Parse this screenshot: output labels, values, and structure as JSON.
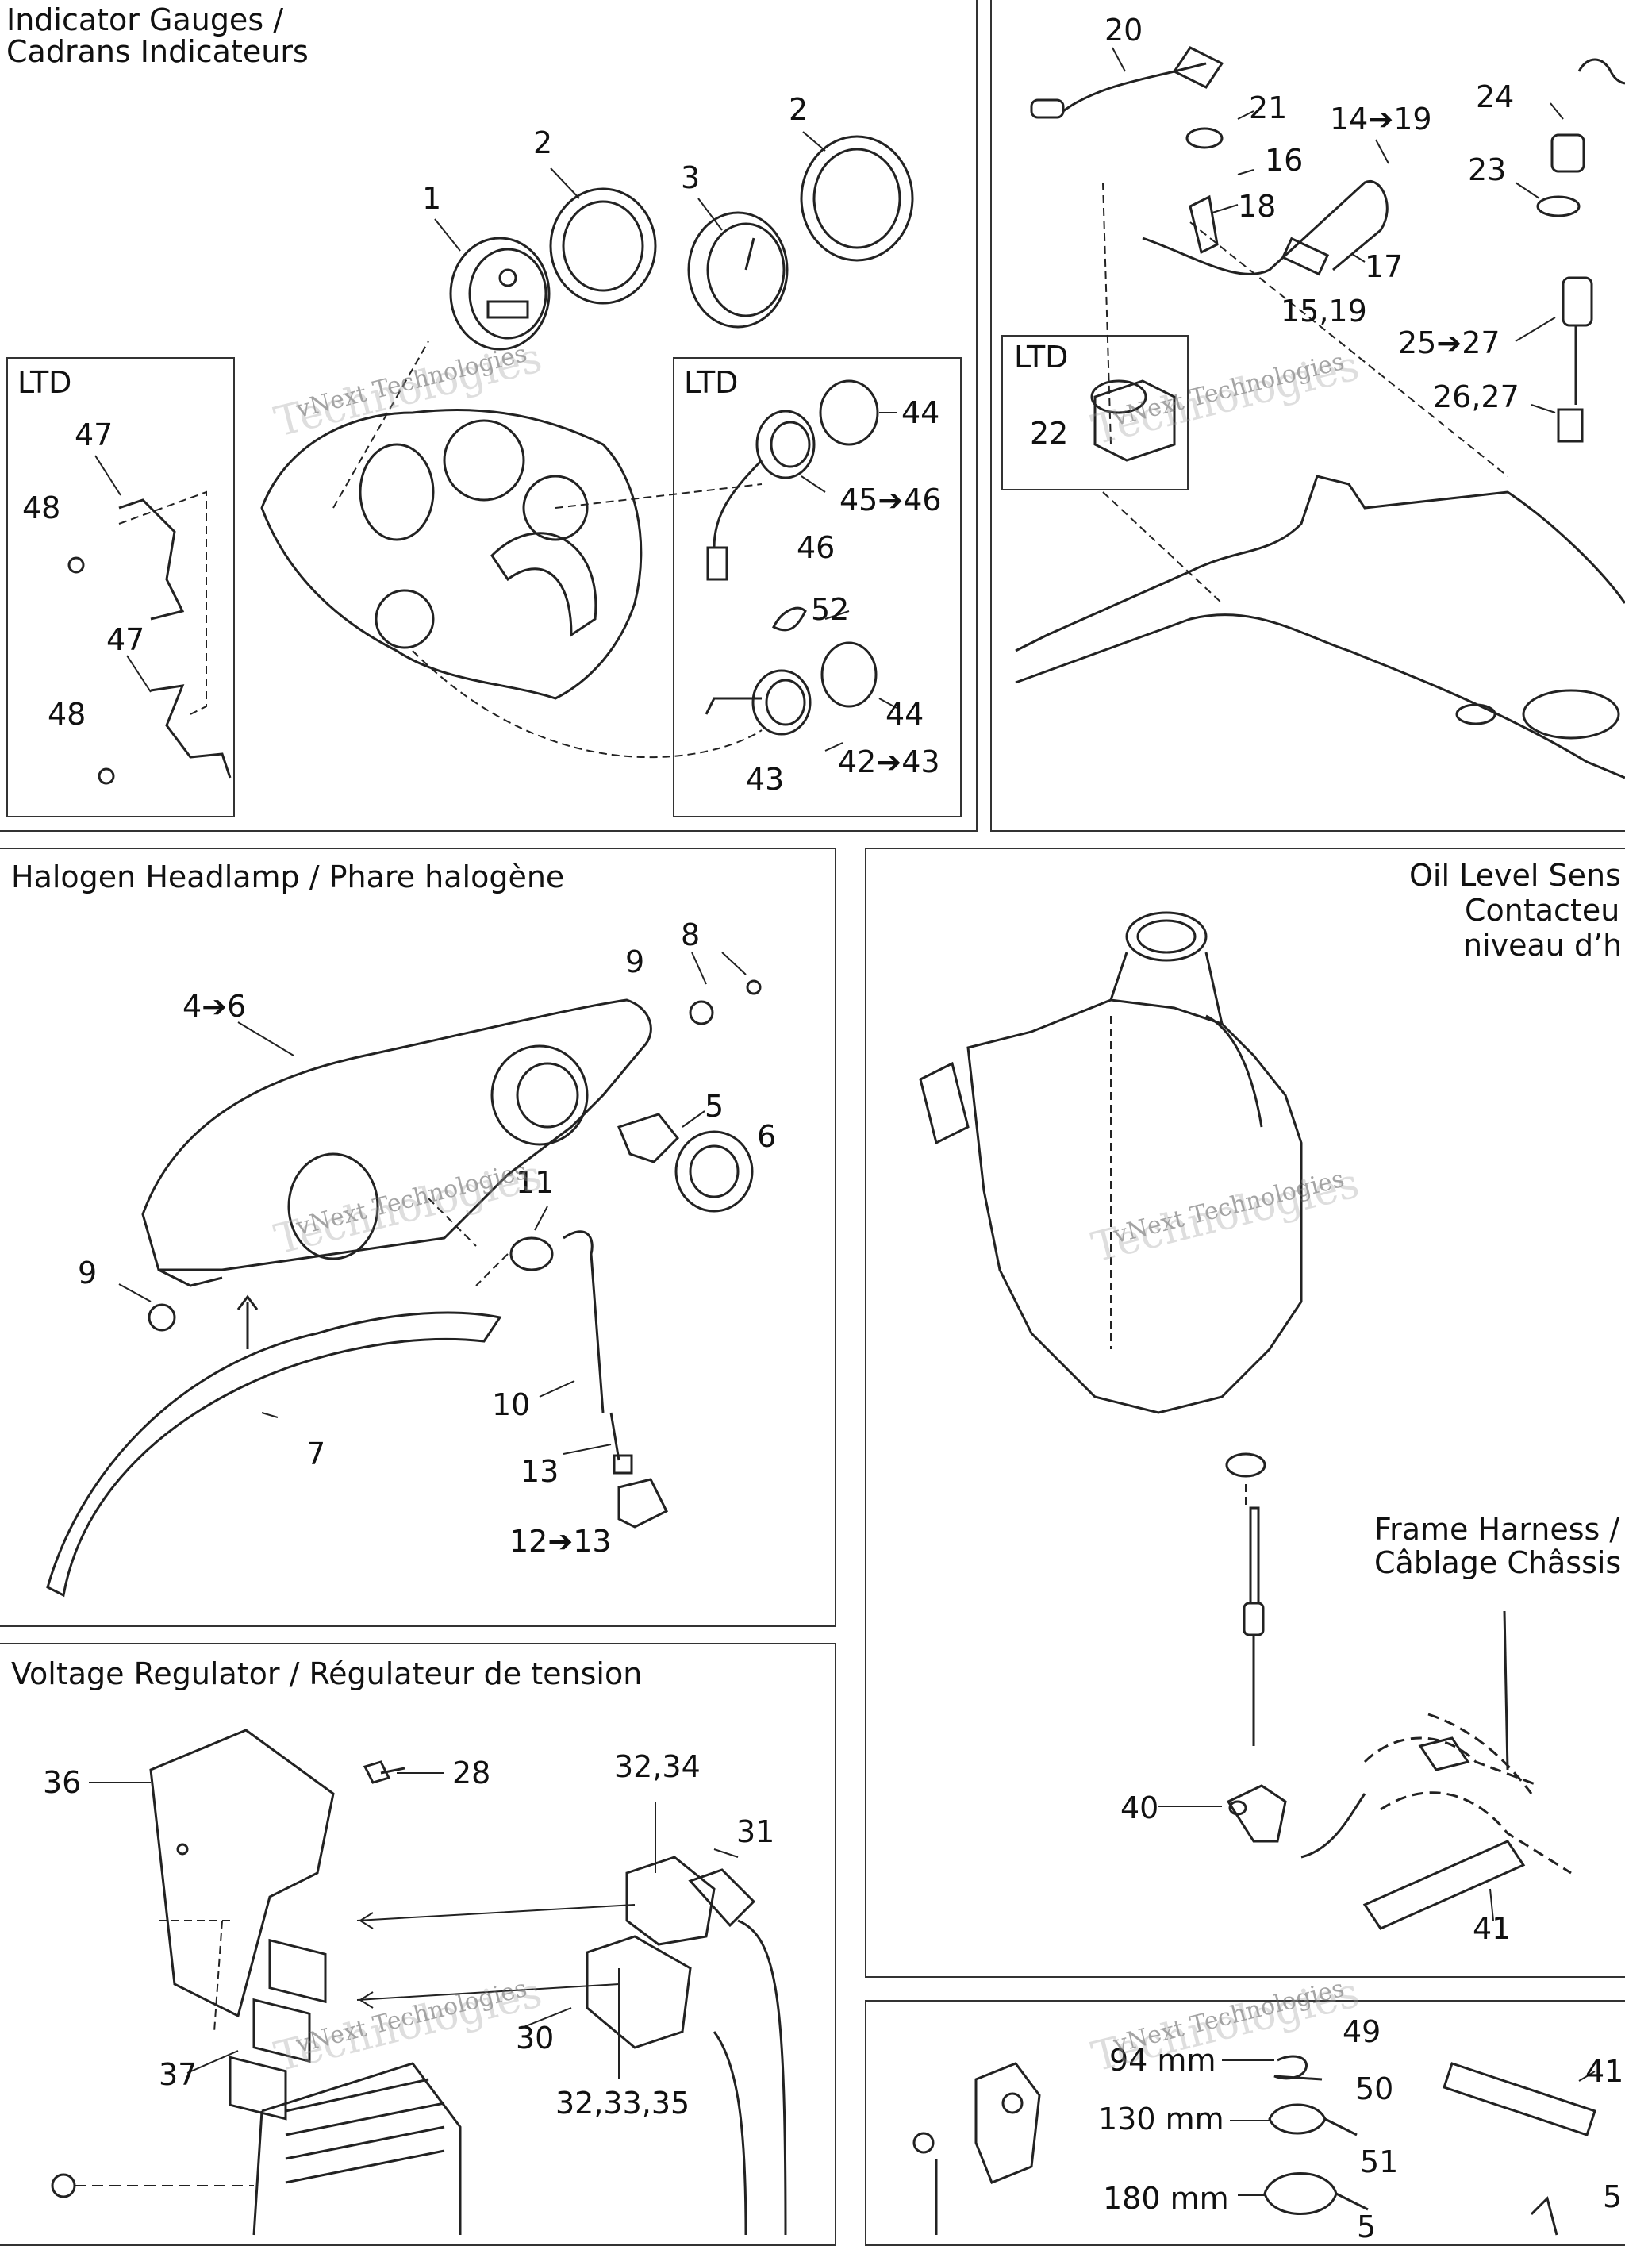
{
  "panels": {
    "gauges": {
      "title_line1": "Indicator Gauges /",
      "title_line2": "Cadrans Indicateurs",
      "ltd_left": "LTD",
      "ltd_right": "LTD"
    },
    "top_right": {
      "ltd": "LTD"
    },
    "headlamp": {
      "title": "Halogen Headlamp / Phare halogène"
    },
    "oil": {
      "title_line1": "Oil Level Sens",
      "title_line2": "Contacteu",
      "title_line3": "niveau d’h",
      "frame_line1": "Frame Harness /",
      "frame_line2": "Câblage Châssis"
    },
    "regulator": {
      "title": "Voltage Regulator / Régulateur de tension"
    },
    "ties": {
      "len_94": "94 mm",
      "len_130": "130 mm",
      "len_180": "180 mm"
    }
  },
  "callouts": {
    "gauges": [
      "1",
      "2",
      "2",
      "3",
      "47",
      "48",
      "47",
      "48",
      "44",
      "45➔46",
      "46",
      "52",
      "44",
      "42➔43",
      "43"
    ],
    "top_right": [
      "20",
      "21",
      "16",
      "18",
      "14➔19",
      "17",
      "15,19",
      "24",
      "23",
      "25➔27",
      "26,27",
      "22"
    ],
    "headlamp": [
      "8",
      "9",
      "4➔6",
      "5",
      "6",
      "11",
      "9",
      "10",
      "7",
      "13",
      "12➔13"
    ],
    "oil": [
      "40",
      "41"
    ],
    "regulator": [
      "36",
      "28",
      "32,34",
      "31",
      "30",
      "32,33,35",
      "37"
    ],
    "ties": [
      "49",
      "50",
      "51",
      "41",
      "5",
      "5"
    ]
  },
  "watermark": {
    "line1": "vNext Technologies",
    "line2": "Technologies"
  }
}
